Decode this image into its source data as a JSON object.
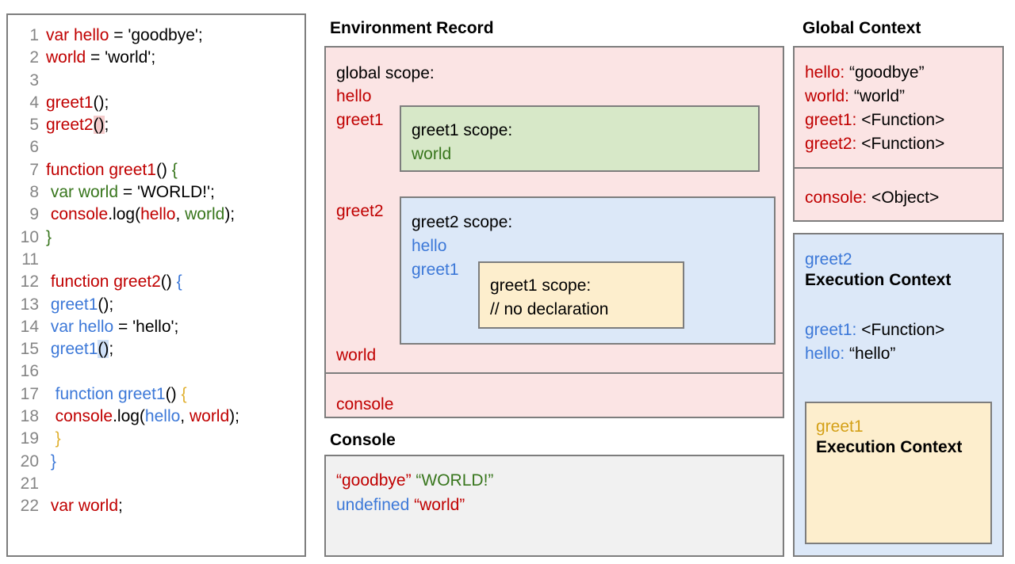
{
  "code_panel": {
    "name": "source-code",
    "lines": [
      {
        "n": "1",
        "tokens": [
          {
            "t": "var hello",
            "c": "red"
          },
          {
            "t": " = 'goodbye';",
            "c": "black"
          }
        ]
      },
      {
        "n": "2",
        "tokens": [
          {
            "t": "world",
            "c": "red"
          },
          {
            "t": " = 'world';",
            "c": "black"
          }
        ]
      },
      {
        "n": "3",
        "tokens": []
      },
      {
        "n": "4",
        "tokens": [
          {
            "t": "greet1",
            "c": "red"
          },
          {
            "t": "();",
            "c": "black"
          }
        ]
      },
      {
        "n": "5",
        "tokens": [
          {
            "t": "greet2",
            "c": "red"
          },
          {
            "t": "()",
            "c": "black",
            "hl": "red"
          },
          {
            "t": ";",
            "c": "black"
          }
        ]
      },
      {
        "n": "6",
        "tokens": []
      },
      {
        "n": "7",
        "tokens": [
          {
            "t": "function greet1",
            "c": "red"
          },
          {
            "t": "() ",
            "c": "black"
          },
          {
            "t": "{",
            "c": "green"
          }
        ]
      },
      {
        "n": "8",
        "tokens": [
          {
            "t": " var world",
            "c": "green"
          },
          {
            "t": " = 'WORLD!';",
            "c": "black"
          }
        ]
      },
      {
        "n": "9",
        "tokens": [
          {
            "t": " console",
            "c": "red"
          },
          {
            "t": ".log(",
            "c": "black"
          },
          {
            "t": "hello",
            "c": "red"
          },
          {
            "t": ", ",
            "c": "black"
          },
          {
            "t": "world",
            "c": "green"
          },
          {
            "t": ");",
            "c": "black"
          }
        ]
      },
      {
        "n": "10",
        "tokens": [
          {
            "t": "}",
            "c": "green"
          }
        ]
      },
      {
        "n": "11",
        "tokens": []
      },
      {
        "n": "12",
        "tokens": [
          {
            "t": " function greet2",
            "c": "red"
          },
          {
            "t": "() ",
            "c": "black"
          },
          {
            "t": "{",
            "c": "blue"
          }
        ]
      },
      {
        "n": "13",
        "tokens": [
          {
            "t": " greet1",
            "c": "blue"
          },
          {
            "t": "();",
            "c": "black"
          }
        ]
      },
      {
        "n": "14",
        "tokens": [
          {
            "t": " var hello",
            "c": "blue"
          },
          {
            "t": " = 'hello';",
            "c": "black"
          }
        ]
      },
      {
        "n": "15",
        "tokens": [
          {
            "t": " greet1",
            "c": "blue"
          },
          {
            "t": "()",
            "c": "black",
            "hl": "blue"
          },
          {
            "t": ";",
            "c": "black"
          }
        ]
      },
      {
        "n": "16",
        "tokens": []
      },
      {
        "n": "17",
        "tokens": [
          {
            "t": "  function greet1",
            "c": "blue"
          },
          {
            "t": "() ",
            "c": "black"
          },
          {
            "t": "{",
            "c": "gold"
          }
        ]
      },
      {
        "n": "18",
        "tokens": [
          {
            "t": "  console",
            "c": "red"
          },
          {
            "t": ".log(",
            "c": "black"
          },
          {
            "t": "hello",
            "c": "blue"
          },
          {
            "t": ", ",
            "c": "black"
          },
          {
            "t": "world",
            "c": "red"
          },
          {
            "t": ");",
            "c": "black"
          }
        ]
      },
      {
        "n": "19",
        "tokens": [
          {
            "t": "  }",
            "c": "gold"
          }
        ]
      },
      {
        "n": "20",
        "tokens": [
          {
            "t": " }",
            "c": "blue"
          }
        ]
      },
      {
        "n": "21",
        "tokens": []
      },
      {
        "n": "22",
        "tokens": [
          {
            "t": " var world",
            "c": "red"
          },
          {
            "t": ";",
            "c": "black"
          }
        ]
      }
    ]
  },
  "environment_record": {
    "title": "Environment Record",
    "global_scope_label": "global scope:",
    "global_bindings_top": [
      "hello",
      "greet1"
    ],
    "hello": "hello",
    "greet1": "greet1",
    "greet2": "greet2",
    "world": "world",
    "console": "console",
    "greet1_scope": {
      "title": "greet1 scope:",
      "bindings": [
        "world"
      ],
      "world": "world"
    },
    "greet2_scope": {
      "title": "greet2 scope:",
      "bindings": [
        "hello",
        "greet1"
      ],
      "hello": "hello",
      "greet1": "greet1",
      "inner_greet1_scope": {
        "title": "greet1 scope:",
        "note": "// no declaration"
      }
    }
  },
  "console_panel": {
    "title": "Console",
    "lines": [
      {
        "parts": [
          {
            "t": "“goodbye”",
            "c": "red"
          },
          {
            "t": " ",
            "c": "black"
          },
          {
            "t": "“WORLD!”",
            "c": "green"
          }
        ]
      },
      {
        "parts": [
          {
            "t": "undefined",
            "c": "blue"
          },
          {
            "t": " ",
            "c": "black"
          },
          {
            "t": "“world”",
            "c": "red"
          }
        ]
      }
    ]
  },
  "global_context": {
    "title": "Global Context",
    "upper_entries": [
      {
        "key": "hello:",
        "value": " “goodbye”"
      },
      {
        "key": "world:",
        "value": " “world”"
      },
      {
        "key": "greet1:",
        "value": " <Function>"
      },
      {
        "key": "greet2:",
        "value": " <Function>"
      }
    ],
    "lower_entries": [
      {
        "key": "console:",
        "value": " <Object>"
      }
    ]
  },
  "greet2_execution_context": {
    "name": "greet2",
    "heading": "Execution Context",
    "entries": [
      {
        "key": "greet1:",
        "value": " <Function>"
      },
      {
        "key": "hello:",
        "value": " “hello”"
      }
    ],
    "greet1_execution_context": {
      "name": "greet1",
      "heading": "Execution Context"
    }
  },
  "colors": {
    "red": "#c00000",
    "green": "#38761d",
    "blue": "#3c78d8",
    "gold": "#d4a017",
    "pink_bg": "#fbe4e4",
    "green_bg": "#d7e8c8",
    "blue_bg": "#dce8f8",
    "yellow_bg": "#fdeecd",
    "console_bg": "#f1f1f1",
    "border": "#7d7d7d",
    "line_number": "#858585"
  }
}
